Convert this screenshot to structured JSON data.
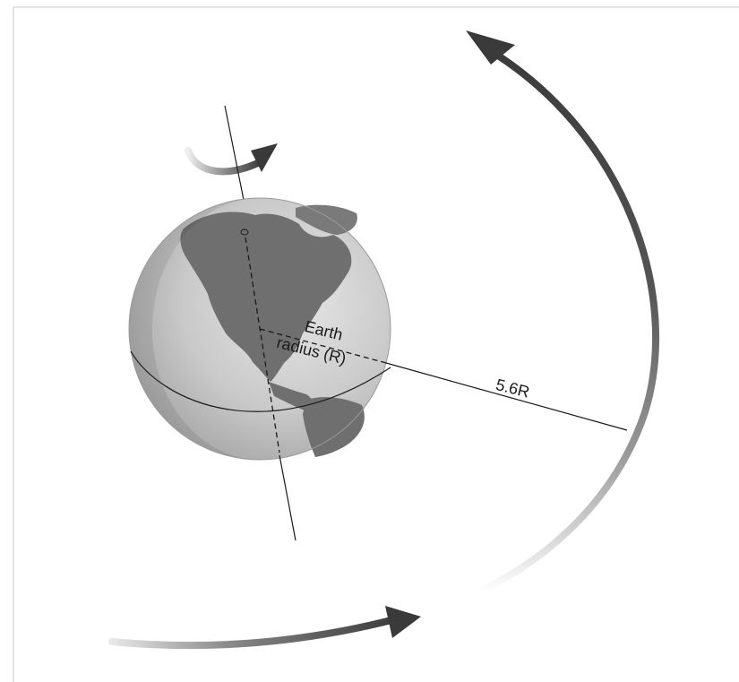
{
  "labels": {
    "radius_line1": "Earth",
    "radius_line2": "radius (R)",
    "orbit_distance": "5.6R"
  },
  "colors": {
    "arrow_dark": "#3f3f3f",
    "arrow_light": "#e6e6e6",
    "globe_land": "#6f6f6f",
    "globe_ocean": "#bdbdbd"
  }
}
